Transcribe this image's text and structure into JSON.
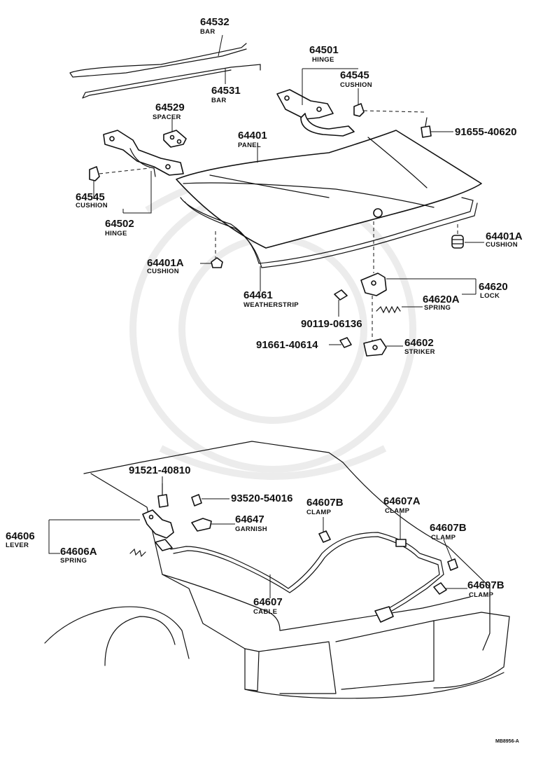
{
  "diagram_code": "MB8956-A",
  "callouts": [
    {
      "id": "c64532",
      "number": "64532",
      "name": "BAR"
    },
    {
      "id": "c64531",
      "number": "64531",
      "name": "BAR"
    },
    {
      "id": "c64529",
      "number": "64529",
      "name": "SPACER"
    },
    {
      "id": "c64501",
      "number": "64501",
      "name": "HINGE"
    },
    {
      "id": "c64545a",
      "number": "64545",
      "name": "CUSHION"
    },
    {
      "id": "c91655",
      "number": "91655-40620",
      "name": ""
    },
    {
      "id": "c64401",
      "number": "64401",
      "name": "PANEL"
    },
    {
      "id": "c64545b",
      "number": "64545",
      "name": "CUSHION"
    },
    {
      "id": "c64502",
      "number": "64502",
      "name": "HINGE"
    },
    {
      "id": "c64401Ar",
      "number": "64401A",
      "name": "CUSHION"
    },
    {
      "id": "c64401Al",
      "number": "64401A",
      "name": "CUSHION"
    },
    {
      "id": "c64461",
      "number": "64461",
      "name": "WEATHERSTRIP"
    },
    {
      "id": "c64620",
      "number": "64620",
      "name": "LOCK"
    },
    {
      "id": "c64620A",
      "number": "64620A",
      "name": "SPRING"
    },
    {
      "id": "c90119",
      "number": "90119-06136",
      "name": ""
    },
    {
      "id": "c91661",
      "number": "91661-40614",
      "name": ""
    },
    {
      "id": "c64602",
      "number": "64602",
      "name": "STRIKER"
    },
    {
      "id": "c91521",
      "number": "91521-40810",
      "name": ""
    },
    {
      "id": "c93520",
      "number": "93520-54016",
      "name": ""
    },
    {
      "id": "c64607Bc",
      "number": "64607B",
      "name": "CLAMP"
    },
    {
      "id": "c64607A",
      "number": "64607A",
      "name": "CLAMP"
    },
    {
      "id": "c64606",
      "number": "64606",
      "name": "LEVER"
    },
    {
      "id": "c64647",
      "number": "64647",
      "name": "GARNISH"
    },
    {
      "id": "c64607Br1",
      "number": "64607B",
      "name": "CLAMP"
    },
    {
      "id": "c64606A",
      "number": "64606A",
      "name": "SPRING"
    },
    {
      "id": "c64607Br2",
      "number": "64607B",
      "name": "CLAMP"
    },
    {
      "id": "c64607",
      "number": "64607",
      "name": "CABLE"
    }
  ]
}
